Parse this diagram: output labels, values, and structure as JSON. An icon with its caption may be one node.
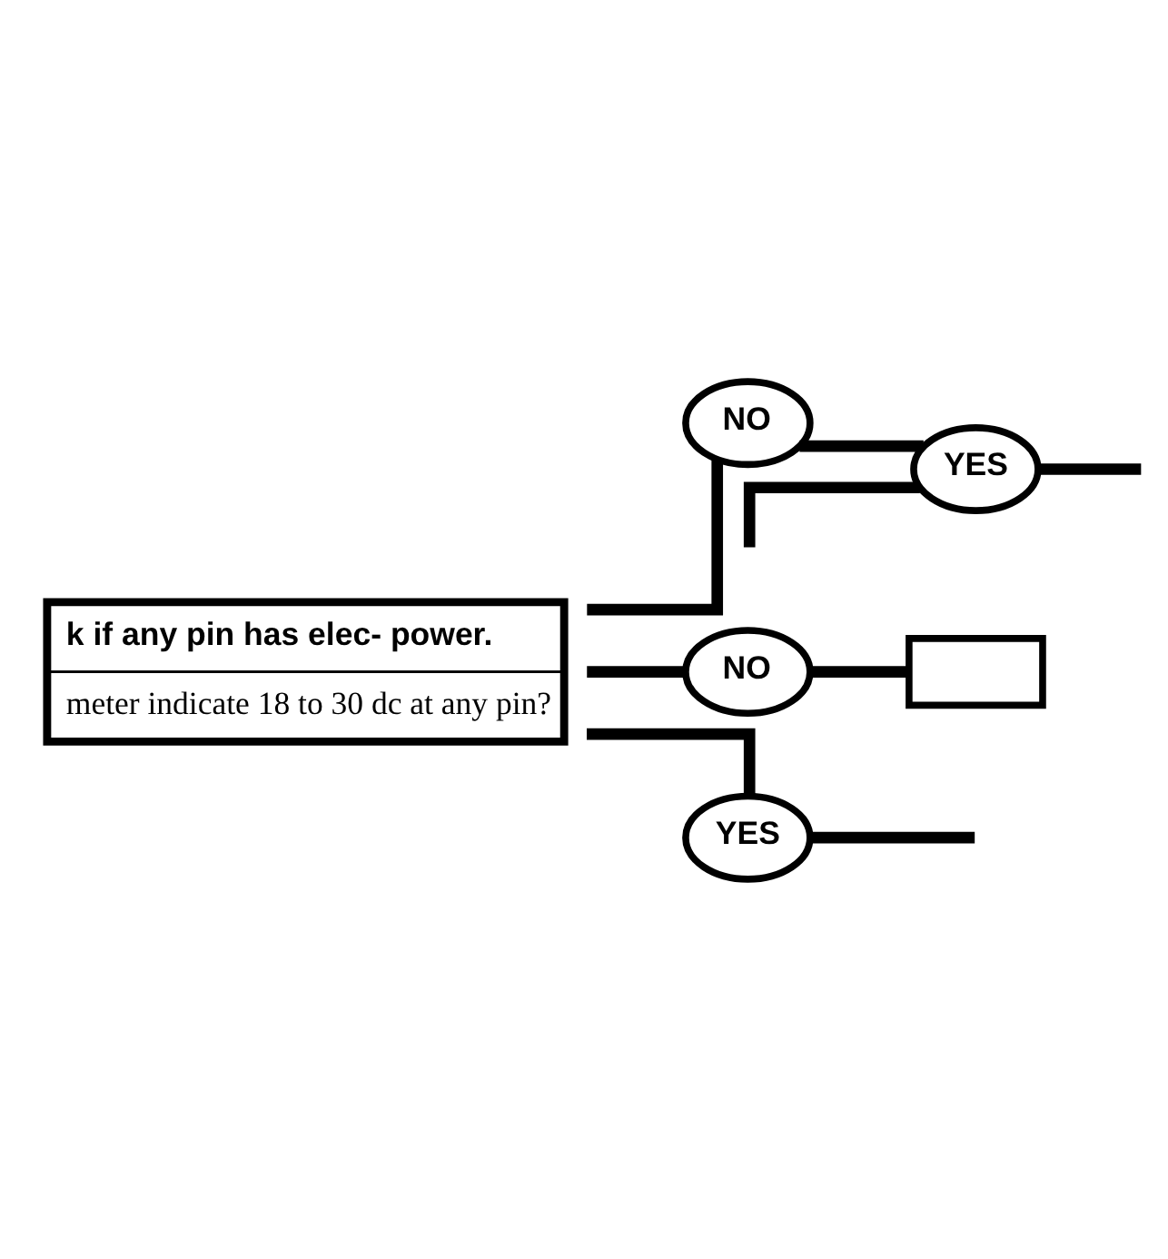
{
  "diagram": {
    "nodes": [
      {
        "text": [
          "k if any pin has elec- power.",
          "meter indicate 18 to 30 dc at any pin?"
        ]
      },
      {
        "text": [
          "NO"
        ]
      },
      {
        "text": [
          "YES"
        ]
      },
      {
        "text": [
          "NO"
        ]
      },
      {
        "text": [
          "YES"
        ]
      },
      {
        "text": [],
        "shape": "box"
      }
    ],
    "edges": [
      {
        "from": 0,
        "to": 1,
        "arrow": "none"
      },
      {
        "from": 1,
        "to": 2,
        "arrow": "none"
      },
      {
        "from": null,
        "to": 2,
        "arrow": "none"
      },
      {
        "from": 2,
        "to": null,
        "arrow": "none"
      },
      {
        "from": 0,
        "to": 3,
        "arrow": "none"
      },
      {
        "from": 0,
        "to": 4,
        "arrow": "none"
      },
      {
        "from": 3,
        "to": 5,
        "arrow": "none"
      },
      {
        "from": 4,
        "to": null,
        "arrow": "none"
      }
    ]
  }
}
